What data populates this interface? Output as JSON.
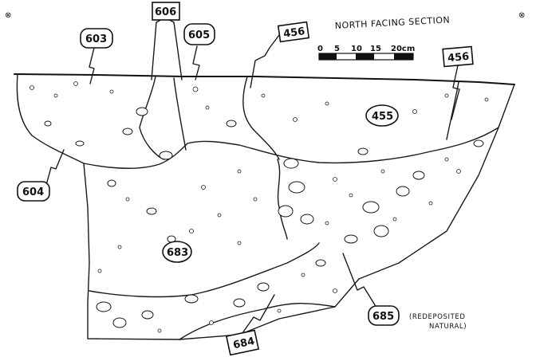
{
  "title": "NORTH FACING SECTION",
  "scale": {
    "unit_label": "20cm",
    "ticks": [
      "0",
      "5",
      "10",
      "15"
    ]
  },
  "corner_marks": [
    "⊗",
    "⊗"
  ],
  "contexts": {
    "c603": "603",
    "c606": "606",
    "c605": "605",
    "c456a": "456",
    "c456b": "456",
    "c455": "455",
    "c604": "604",
    "c683": "683",
    "c684": "684",
    "c685": "685"
  },
  "notes": {
    "redeposited_line1": "(REDEPOSITED",
    "redeposited_line2": "NATURAL)"
  }
}
